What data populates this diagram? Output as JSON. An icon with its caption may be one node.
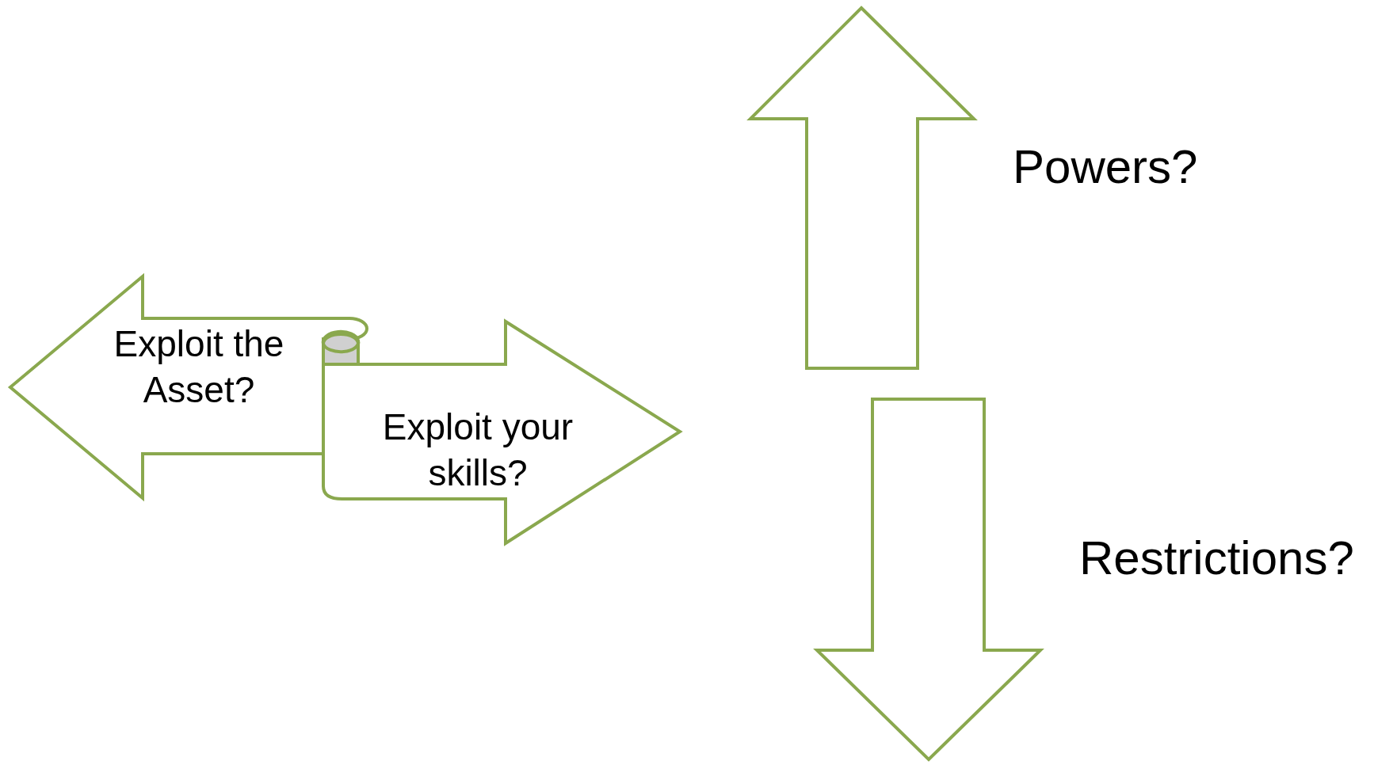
{
  "diagram": {
    "nodes": [
      {
        "text": [
          "Exploit the Asset?"
        ]
      },
      {
        "text": [
          "Exploit your skills?"
        ]
      }
    ],
    "edges": [],
    "labels": [
      "Powers?",
      "Restrictions?"
    ]
  }
}
